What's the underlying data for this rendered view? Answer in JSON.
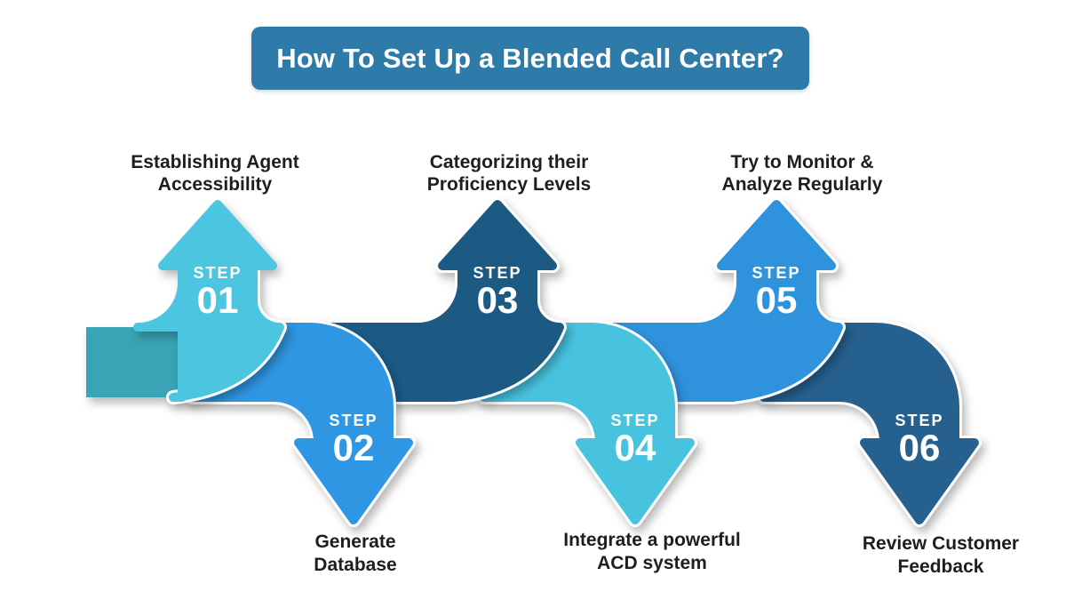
{
  "title": "How To Set Up a Blended Call Center?",
  "colors": {
    "banner": "#2e7aa9",
    "ribbon_start": "#38a4b5",
    "label_text": "#1e1e1e",
    "step_text": "#ffffff"
  },
  "steps": [
    {
      "number": "01",
      "step_label": "STEP",
      "direction": "up",
      "label_line1": "Establishing Agent",
      "label_line2": "Accessibility",
      "color": "#4cc5e0"
    },
    {
      "number": "02",
      "step_label": "STEP",
      "direction": "down",
      "label_line1": "Generate",
      "label_line2": "Database",
      "color": "#2e96e2"
    },
    {
      "number": "03",
      "step_label": "STEP",
      "direction": "up",
      "label_line1": "Categorizing their",
      "label_line2": "Proficiency Levels",
      "color": "#1e5a84"
    },
    {
      "number": "04",
      "step_label": "STEP",
      "direction": "down",
      "label_line1": "Integrate a powerful",
      "label_line2": "ACD system",
      "color": "#46c3df"
    },
    {
      "number": "05",
      "step_label": "STEP",
      "direction": "up",
      "label_line1": "Try to Monitor &",
      "label_line2": "Analyze Regularly",
      "color": "#2d92dd"
    },
    {
      "number": "06",
      "step_label": "STEP",
      "direction": "down",
      "label_line1": "Review Customer",
      "label_line2": "Feedback",
      "color": "#28618e"
    }
  ]
}
